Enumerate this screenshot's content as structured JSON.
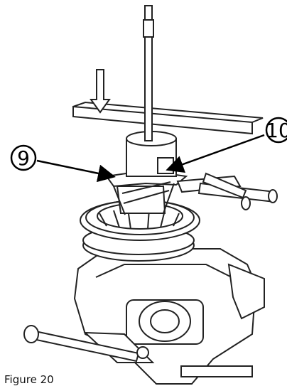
{
  "figure": {
    "caption": "Figure 20",
    "callouts": [
      {
        "label": "9"
      },
      {
        "label": "10"
      }
    ]
  }
}
